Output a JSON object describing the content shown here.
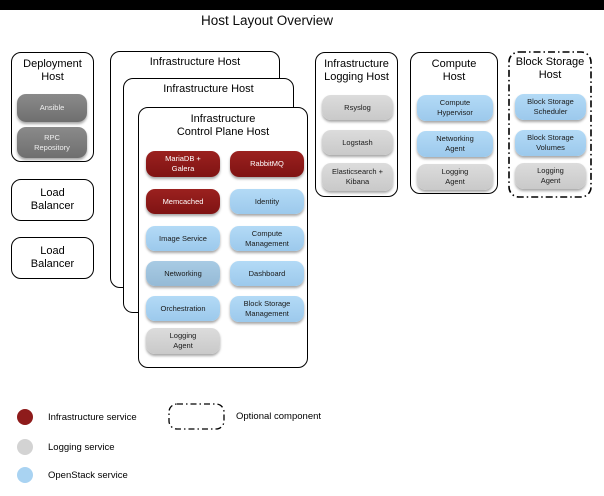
{
  "title": "Host Layout Overview",
  "colors": {
    "infrastructure_service": "#8e1b1b",
    "logging_service": "#d3d3d3",
    "openstack_service": "#a9d3f2",
    "deployment_tool": "#7c7c7c",
    "box_border": "#000000",
    "top_bar": "#000000"
  },
  "deployment_host": {
    "title": "Deployment\nHost",
    "services": [
      {
        "label": "Ansible",
        "type": "deployment_tool"
      },
      {
        "label": "RPC\nRepository",
        "type": "deployment_tool"
      }
    ]
  },
  "load_balancers": [
    {
      "title": "Load\nBalancer"
    },
    {
      "title": "Load\nBalancer"
    }
  ],
  "infrastructure_stack": {
    "back_hosts": [
      {
        "title": "Infrastructure Host"
      },
      {
        "title": "Infrastructure Host"
      }
    ],
    "control_plane": {
      "title": "Infrastructure\nControl Plane Host",
      "left_column": [
        {
          "label": "MariaDB +\nGalera",
          "type": "infrastructure_service"
        },
        {
          "label": "Memcached",
          "type": "infrastructure_service"
        },
        {
          "label": "Image Service",
          "type": "openstack_service"
        },
        {
          "label": "Networking",
          "type": "openstack_service"
        },
        {
          "label": "Orchestration",
          "type": "openstack_service"
        },
        {
          "label": "Logging\nAgent",
          "type": "logging_service"
        }
      ],
      "right_column": [
        {
          "label": "RabbitMQ",
          "type": "infrastructure_service"
        },
        {
          "label": "Identity",
          "type": "openstack_service"
        },
        {
          "label": "Compute\nManagement",
          "type": "openstack_service"
        },
        {
          "label": "Dashboard",
          "type": "openstack_service"
        },
        {
          "label": "Block Storage\nManagement",
          "type": "openstack_service"
        }
      ]
    }
  },
  "logging_host": {
    "title": "Infrastructure\nLogging Host",
    "services": [
      {
        "label": "Rsyslog",
        "type": "logging_service"
      },
      {
        "label": "Logstash",
        "type": "logging_service"
      },
      {
        "label": "Elasticsearch +\nKibana",
        "type": "logging_service"
      }
    ]
  },
  "compute_host": {
    "title": "Compute\nHost",
    "services": [
      {
        "label": "Compute\nHypervisor",
        "type": "openstack_service"
      },
      {
        "label": "Networking\nAgent",
        "type": "openstack_service"
      },
      {
        "label": "Logging\nAgent",
        "type": "logging_service"
      }
    ]
  },
  "block_storage_host": {
    "title": "Block Storage\nHost",
    "optional": true,
    "services": [
      {
        "label": "Block Storage\nScheduler",
        "type": "openstack_service"
      },
      {
        "label": "Block Storage\nVolumes",
        "type": "openstack_service"
      },
      {
        "label": "Logging\nAgent",
        "type": "logging_service"
      }
    ]
  },
  "legend": {
    "items": [
      {
        "label": "Infrastructure service",
        "color": "#8e1b1b"
      },
      {
        "label": "Logging service",
        "color": "#d3d3d3"
      },
      {
        "label": "OpenStack service",
        "color": "#a9d3f2"
      }
    ],
    "optional_label": "Optional component"
  }
}
